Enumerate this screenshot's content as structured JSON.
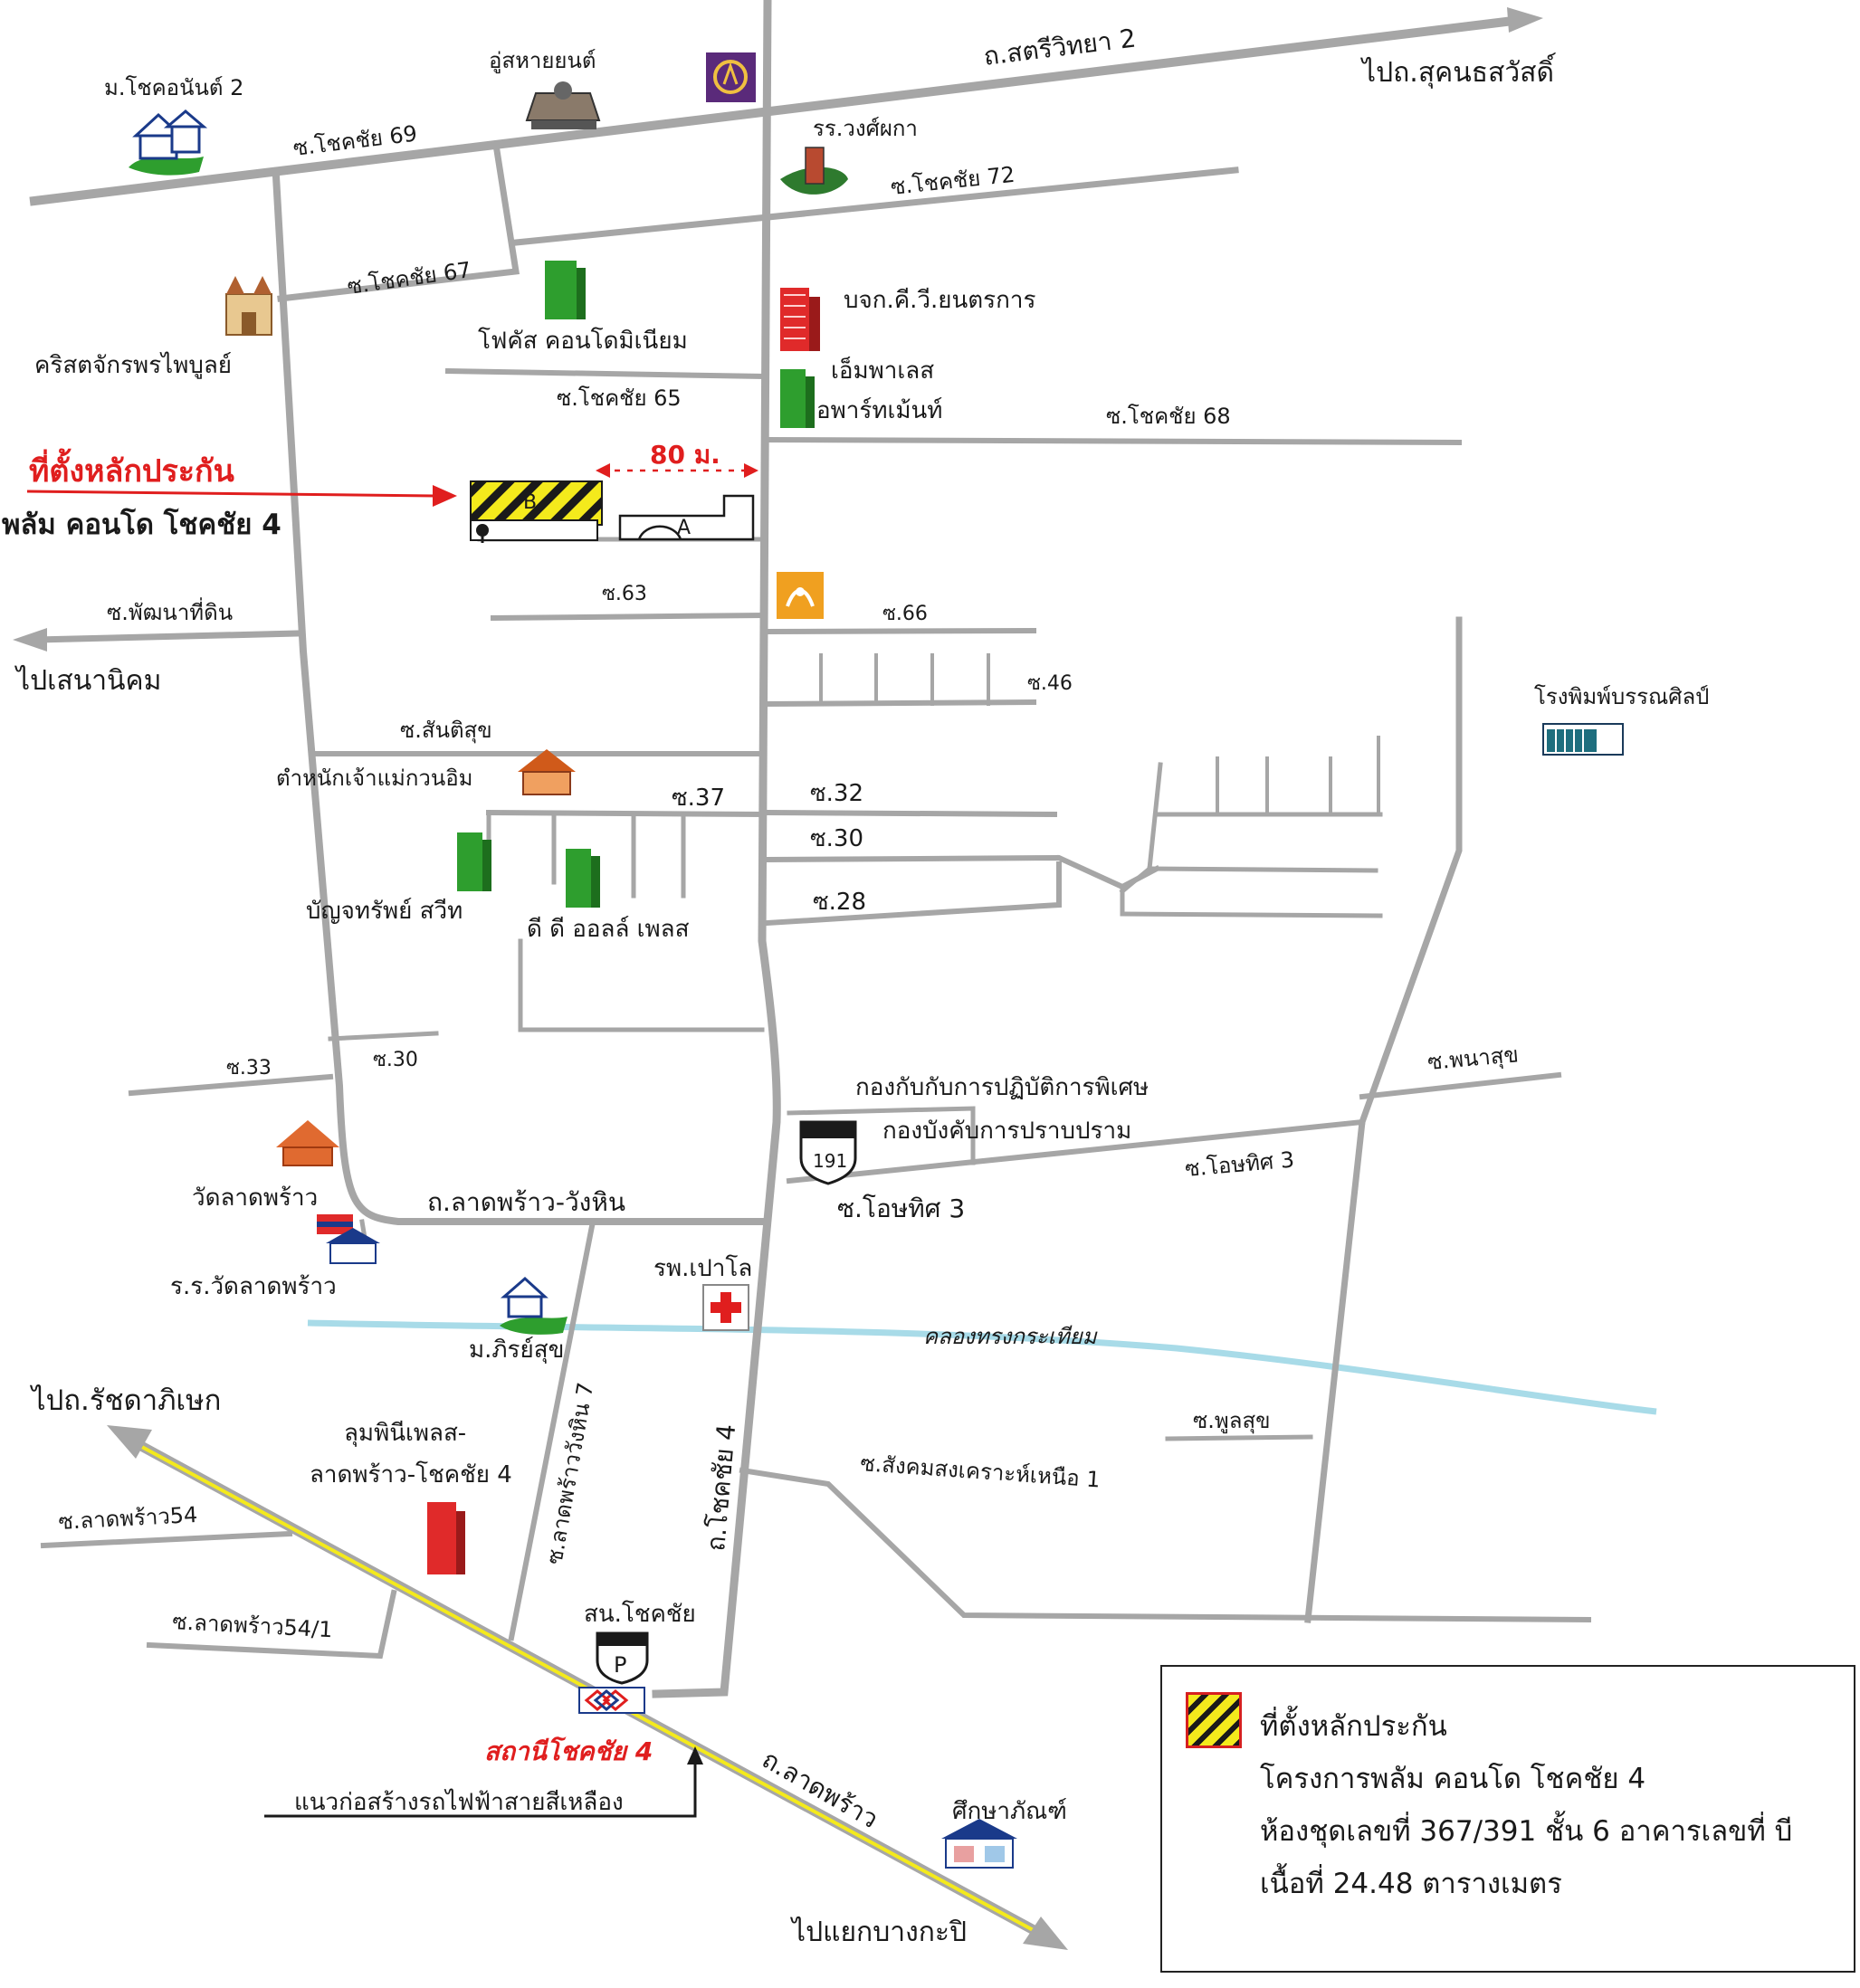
{
  "map": {
    "pin_label": "ที่ตั้งหลักประกัน",
    "project_label": "พลัม คอนโด โชคชัย 4",
    "distance_label": "80 ม.",
    "building_a": "A",
    "building_b": "B",
    "roads": {
      "sattri_withaya_2": "ถ.สตรีวิทยา 2",
      "to_sukhonthasawat": "ไปถ.สุคนธสวัสดิ์",
      "soi_chokchai_69": "ซ.โชคชัย 69",
      "soi_chokchai_72": "ซ.โชคชัย 72",
      "soi_chokchai_67": "ซ.โชคชัย 67",
      "soi_chokchai_65": "ซ.โชคชัย 65",
      "soi_chokchai_68": "ซ.โชคชัย 68",
      "soi_phatthana_thidin": "ซ.พัฒนาที่ดิน",
      "to_senanikhom": "ไปเสนานิคม",
      "soi_63": "ซ.63",
      "soi_66": "ซ.66",
      "soi_46": "ซ.46",
      "soi_santisuk": "ซ.สันติสุข",
      "soi_37": "ซ.37",
      "soi_32": "ซ.32",
      "soi_30_east": "ซ.30",
      "soi_28": "ซ.28",
      "soi_33": "ซ.33",
      "soi_30_west": "ซ.30",
      "soi_phanasuk": "ซ.พนาสุข",
      "soi_othit_3_east": "ซ.โอษทิศ 3",
      "soi_othit_3": "ซ.โอษทิศ 3",
      "lat_phrao_wang_hin": "ถ.ลาดพร้าว-วังหิน",
      "khlong_song_krathiam": "คลองทรงกระเทียม",
      "to_ratchadaphisek": "ไปถ.รัชดาภิเษก",
      "soi_phunsuk": "ซ.พูลสุข",
      "soi_sangkhom": "ซ.สังคมสงเคราะห์เหนือ 1",
      "soi_lat_phrao_wang_hin_7": "ซ.ลาดพร้าววังหิน 7",
      "chokchai_4": "ถ.โชคชัย 4",
      "soi_lat_phrao_54": "ซ.ลาดพร้าว54",
      "soi_lat_phrao_54_1": "ซ.ลาดพร้าว54/1",
      "lat_phrao_road": "ถ.ลาดพร้าว",
      "to_bang_kapi": "ไปแยกบางกะปิ",
      "yellow_line": "แนวก่อสร้างรถไฟฟ้าสายสีเหลือง",
      "station": "สถานีโชคชัย 4"
    },
    "places": {
      "mu_chokanan_2": "ม.โชคอนันต์ 2",
      "u_sahai_yon": "อู่สหายยนต์",
      "wongsaphaka_school": "รร.วงศ์ผกา",
      "christ_church": "คริสตจักรพรไพบูลย์",
      "focus_condo": "โฟคัส คอนโดมิเนียม",
      "kv_company": "บจก.คี.วี.ยนตรการ",
      "m_place_1": "เอ็มพาเลส",
      "m_place_2": "อพาร์ทเม้นท์",
      "printing_house": "โรงพิมพ์บรรณศิลป์",
      "shrine": "ตำหนักเจ้าแม่กวนอิม",
      "banjong_sweet": "บัญจทรัพย์ สวีท",
      "dd_all_place": "ดี ดี ออลล์ เพลส",
      "special_ops_1": "กองกับกับการปฏิบัติการพิเศษ",
      "special_ops_2": "กองบังคับการปราบปราม",
      "route_191": "191",
      "wat_lat_phrao": "วัดลาดพร้าว",
      "wat_school": "ร.ร.วัดลาดพร้าว",
      "paolo_hospital": "รพ.เปาโล",
      "mu_phiromsuk": "ม.ภิรย์สุข",
      "lumpini_1": "ลุมพินีเพลส-",
      "lumpini_2": "ลาดพร้าว-โชคชัย 4",
      "police_station": "สน.โชคชัย",
      "police_badge": "P",
      "suksapan": "ศึกษาภัณฑ์"
    }
  },
  "legend": {
    "title": "ที่ตั้งหลักประกัน",
    "line1": "โครงการพลัม คอนโด โชคชัย 4",
    "line2": "ห้องชุดเลขที่ 367/391 ชั้น 6 อาคารเลขที่ บี",
    "line3": "เนื้อที่ 24.48 ตารางเมตร"
  },
  "colors": {
    "road": "#a6a6a6",
    "red_text": "#e01e1e",
    "yellow_line": "#f4ea1c",
    "canal": "#a8dbe8",
    "building_green": "#2e9e2e",
    "building_red": "#e02a2a",
    "icon_orange": "#f0a020"
  }
}
